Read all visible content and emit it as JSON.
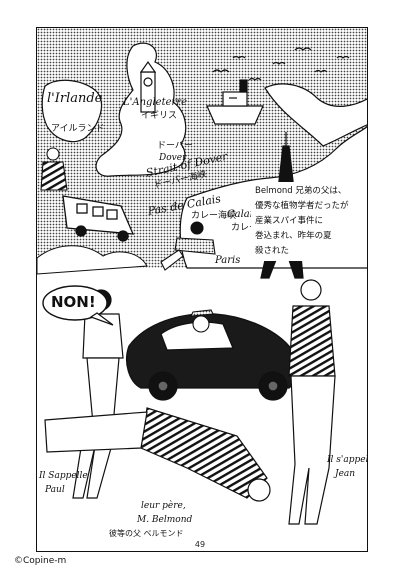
{
  "map": {
    "ireland": "l'Irlande",
    "ireland_jp": "アイルランド",
    "england": "L'Angleterre",
    "england_jp": "イギリス",
    "dover": "ドーバー",
    "dover_fr": "Dover",
    "strait": "Strait of Dover",
    "strait_jp": "ドーバー海峡",
    "pas": "Pas de Calais",
    "pas_jp": "カレー海峡",
    "calais": "Calais",
    "calais_jp": "カレー",
    "paris": "Paris"
  },
  "caption": {
    "lines": [
      "Belmond 兄弟の父は、",
      "優秀な植物学者だったが",
      "産業スパイ事件に",
      "巻込まれ、昨年の夏",
      "殺された"
    ]
  },
  "speech": {
    "text": "NON!"
  },
  "characters": {
    "paul_1": "Il Sappelle",
    "paul_2": "Paul",
    "jean_1": "Il s'appelle",
    "jean_2": "Jean",
    "father_1": "leur père,",
    "father_2": "M. Belmond",
    "father_jp": "彼等の父 ベルモンド"
  },
  "page_number": "49",
  "copyright": "©Copine-m",
  "colors": {
    "ink": "#111111",
    "tone": "#8c8c8c",
    "paper": "#ffffff"
  }
}
